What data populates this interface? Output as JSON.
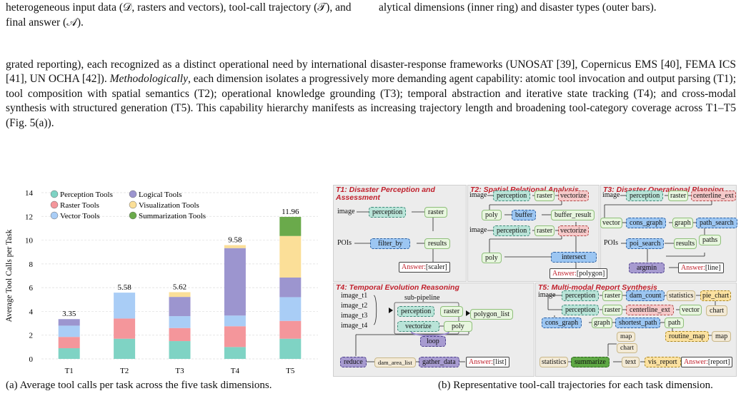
{
  "top_caption": {
    "left": "heterogeneous input data (𝒟, rasters and vectors), tool-call trajectory (𝒯), and final answer (𝒜).",
    "right": "alytical dimensions (inner ring) and disaster types (outer bars)."
  },
  "paragraph": {
    "part1": "grated reporting), each recognized as a distinct operational need by international disaster-response frameworks (UNOSAT [39], Copernicus EMS [40], FEMA ICS [41], UN OCHA [42]). ",
    "emph": "Methodologically",
    "part2": ", each dimension isolates a progressively more demanding agent capability: atomic tool invocation and output parsing (T1); tool composition with spatial semantics (T2); operational knowledge grounding (T3); temporal abstraction and iterative state tracking (T4); and cross-modal synthesis with structured generation (T5). This capability hierarchy manifests as increasing trajectory length and broadening tool-category coverage across T1–T5 (Fig. 5(a))."
  },
  "chart_data": {
    "type": "bar",
    "stacked": true,
    "ylabel": "Average Tool Calls per Task",
    "ylim": [
      0,
      14
    ],
    "yticks": [
      0,
      2,
      4,
      6,
      8,
      10,
      12,
      14
    ],
    "grid": true,
    "legend_placement": "top-left",
    "categories": [
      "T1",
      "T2",
      "T3",
      "T4",
      "T5"
    ],
    "totals": [
      "3.35",
      "5.58",
      "5.62",
      "9.58",
      "11.96"
    ],
    "series": [
      {
        "name": "Perception Tools",
        "color": "#7fd3c4",
        "values": [
          0.9,
          1.7,
          1.5,
          1.0,
          1.7
        ]
      },
      {
        "name": "Raster Tools",
        "color": "#f4969b",
        "values": [
          0.95,
          1.7,
          1.1,
          1.75,
          1.5
        ]
      },
      {
        "name": "Vector Tools",
        "color": "#a9cdf6",
        "values": [
          0.95,
          2.18,
          1.0,
          0.9,
          2.0
        ]
      },
      {
        "name": "Logical Tools",
        "color": "#9c95cf",
        "values": [
          0.55,
          0.0,
          1.62,
          5.68,
          1.65
        ]
      },
      {
        "name": "Visualization Tools",
        "color": "#fbdf98",
        "values": [
          0.0,
          0.0,
          0.4,
          0.25,
          3.5
        ]
      },
      {
        "name": "Summarization Tools",
        "color": "#6aaa4b",
        "values": [
          0.0,
          0.0,
          0.0,
          0.0,
          1.61
        ]
      }
    ]
  },
  "captions": {
    "a": "(a) Average tool calls per task across the five task dimensions.",
    "b": "(b) Representative tool-call trajectories for each task dimension."
  },
  "diagram": {
    "t1": {
      "title": "T1: Disaster Perception and Assessment",
      "image": "image",
      "perception": "perception",
      "raster": "raster",
      "pois": "POIs",
      "filter_by": "filter_by",
      "results": "results",
      "answer_key": "Answer:",
      "answer_val": "[scaler]"
    },
    "t2": {
      "title": "T2: Spatial Relational Analysis",
      "image1": "image",
      "perception1": "perception",
      "raster1": "raster",
      "vectorize1": "vectorize",
      "poly1": "poly",
      "buffer": "buffer",
      "buffer_result": "buffer_result",
      "image2": "image",
      "perception2": "perception",
      "raster2": "raster",
      "vectorize2": "vectorize",
      "poly2": "poly",
      "intersect": "intersect",
      "answer_key": "Answer:",
      "answer_val": "[polygon]"
    },
    "t3": {
      "title": "T3: Disaster Operational Planning",
      "image": "image",
      "perception": "perception",
      "raster": "raster",
      "centerline": "centerline_ext",
      "vector": "vector",
      "cons_graph": "cons_graph",
      "graph": "graph",
      "path_search": "path_search",
      "pois": "POIs",
      "poi_search": "poi_search",
      "results": "results",
      "paths": "paths",
      "argmin": "argmin",
      "answer_key": "Answer:",
      "answer_val": "[line]"
    },
    "t4": {
      "title": "T4: Temporal Evolution Reasoning",
      "image_t1": "image_t1",
      "image_t2": "image_t2",
      "image_t3": "image_t3",
      "image_t4": "image_t4",
      "sub_pipeline": "sub-pipeline",
      "perception": "perception",
      "raster": "raster",
      "vectorize": "vectorize",
      "poly": "poly",
      "loop": "loop",
      "polygon_list": "polygon_list",
      "reduce": "reduce",
      "dam_area_list": "dam_area_list",
      "gather_data": "gather_data",
      "answer_key": "Answer:",
      "answer_val": "[list]"
    },
    "t5": {
      "title": "T5: Multi-modal Report Synthesis",
      "image": "image",
      "perception1": "perception",
      "raster1": "raster",
      "dam_count": "dam_count",
      "statistics1": "statistics",
      "pie_chart": "pie_chart",
      "chart1": "chart",
      "perception2": "perception",
      "raster2": "raster",
      "centerline": "centerline_ext",
      "vector": "vector",
      "cons_graph": "cons_graph",
      "graph": "graph",
      "shortest_path": "shortest_path",
      "path": "path",
      "routine_map": "routine_map",
      "map1": "map",
      "map2": "map",
      "chart2": "chart",
      "statistics2": "statistics",
      "summarize": "summarize",
      "text": "text",
      "vis_report": "vis_report",
      "answer_key": "Answer:",
      "answer_val": "[report]"
    }
  }
}
